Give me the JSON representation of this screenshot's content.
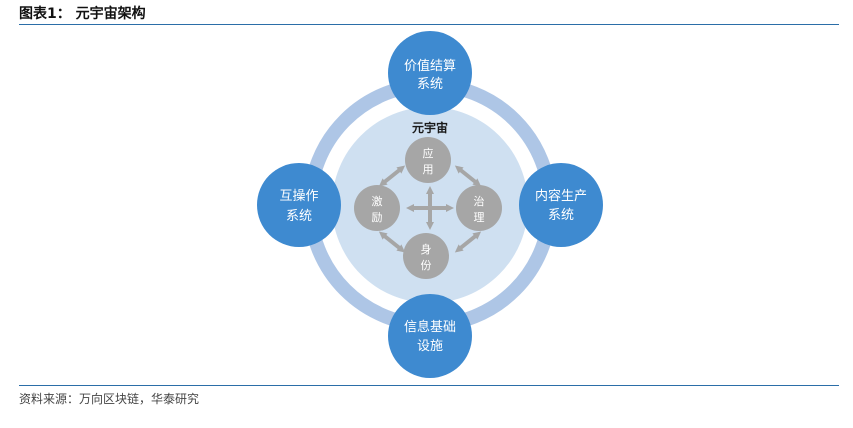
{
  "figure": {
    "title": "图表1：  元宇宙架构",
    "source": "资料来源：万向区块链，华泰研究"
  },
  "center": {
    "label": "元宇宙"
  },
  "outer_nodes": {
    "top": {
      "line1": "价值结算",
      "line2": "系统"
    },
    "left": {
      "line1": "互操作",
      "line2": "系统"
    },
    "right": {
      "line1": "内容生产",
      "line2": "系统"
    },
    "bottom": {
      "line1": "信息基础",
      "line2": "设施"
    }
  },
  "inner_nodes": {
    "top": {
      "line1": "应",
      "line2": "用"
    },
    "left": {
      "line1": "激",
      "line2": "励"
    },
    "right": {
      "line1": "治",
      "line2": "理"
    },
    "bottom": {
      "line1": "身",
      "line2": "份"
    }
  },
  "colors": {
    "outer_node": "#3e8ad0",
    "ring": "#aec6e6",
    "inner_disc": "#cfe0f1",
    "inner_node": "#a6a6a6",
    "arrow": "#a6a6a6",
    "rule": "#2b6ea8"
  }
}
